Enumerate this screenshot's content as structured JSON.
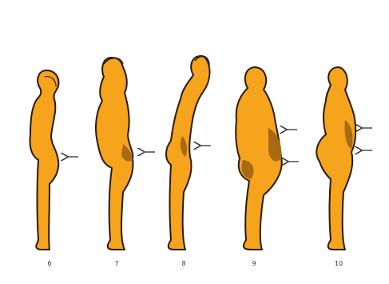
{
  "figures": [
    {
      "label": "6",
      "arrows": 1
    },
    {
      "label": "7",
      "arrows": 1
    },
    {
      "label": "8",
      "arrows": 1
    },
    {
      "label": "9",
      "arrows": 2
    },
    {
      "label": "10",
      "arrows": 2
    }
  ],
  "colors": {
    "figure_fill": "#f5a41c",
    "figure_outline": "#2a1a10",
    "shading": "#a86a12",
    "arrow": "#333333",
    "background": "#ffffff"
  }
}
